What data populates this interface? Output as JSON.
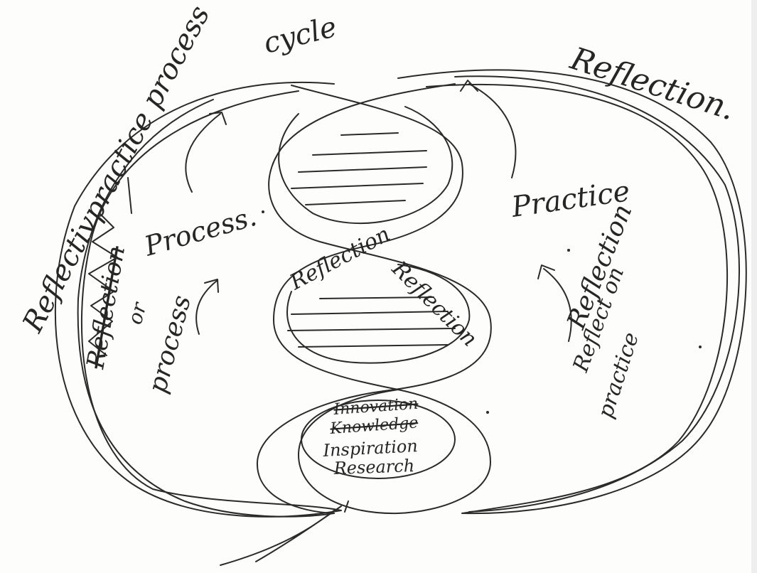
{
  "labels": {
    "title_a": "Reflectivpractice process",
    "title_b": "cycle",
    "reflection_top_right": "Reflection.",
    "practice_right": "Practice",
    "process_left": "Process.",
    "strike_reflection": "Reflection",
    "strike_or": "or",
    "process_lower_left": "process",
    "reflection_center_a": "Reflection",
    "reflection_center_b": "Reflection",
    "reflection_right": "Reflection",
    "reflect_on_practice_a": "Reflect on",
    "reflect_on_practice_b": "practice",
    "inner_1": "Innovation",
    "inner_2": "Knowledge",
    "inner_3": "Inspiration",
    "inner_4": "Research"
  },
  "colors": {
    "ink": "#2a2a2a",
    "paper": "#fdfdfc"
  }
}
